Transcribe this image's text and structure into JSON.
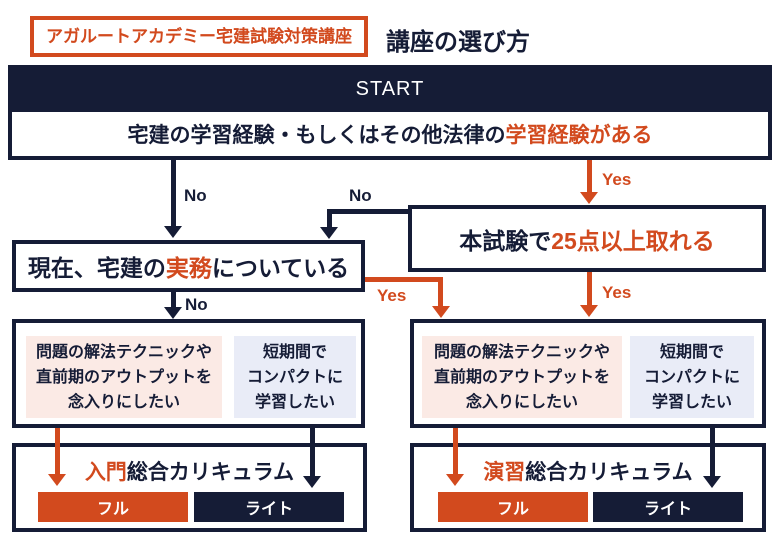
{
  "colors": {
    "navy": "#151c36",
    "orange": "#d24a1e",
    "pink": "#fbeae5",
    "lavender": "#e9ecf7"
  },
  "header": {
    "badge": "アガルートアカデミー宅建試験対策講座",
    "title": "講座の選び方"
  },
  "labels": {
    "yes": "Yes",
    "no": "No"
  },
  "start": {
    "label": "START",
    "question_normal": "宅建の学習経験・もしくはその他法律の",
    "question_highlight": "学習経験がある"
  },
  "exam_question": {
    "normal": "本試験で",
    "highlight": "25点以上取れる"
  },
  "work_question": {
    "pre": "現在、宅建の",
    "highlight": "実務",
    "post": "についている"
  },
  "preferences": {
    "thorough": {
      "line1": "問題の解法テクニックや",
      "line2": "直前期のアウトプットを",
      "line3": "念入りにしたい"
    },
    "compact": {
      "line1": "短期間で",
      "line2": "コンパクトに",
      "line3": "学習したい"
    }
  },
  "results": {
    "beginner": {
      "highlight": "入門",
      "rest": "総合カリキュラム",
      "full": "フル",
      "light": "ライト"
    },
    "practice": {
      "highlight": "演習",
      "rest": "総合カリキュラム",
      "full": "フル",
      "light": "ライト"
    }
  }
}
